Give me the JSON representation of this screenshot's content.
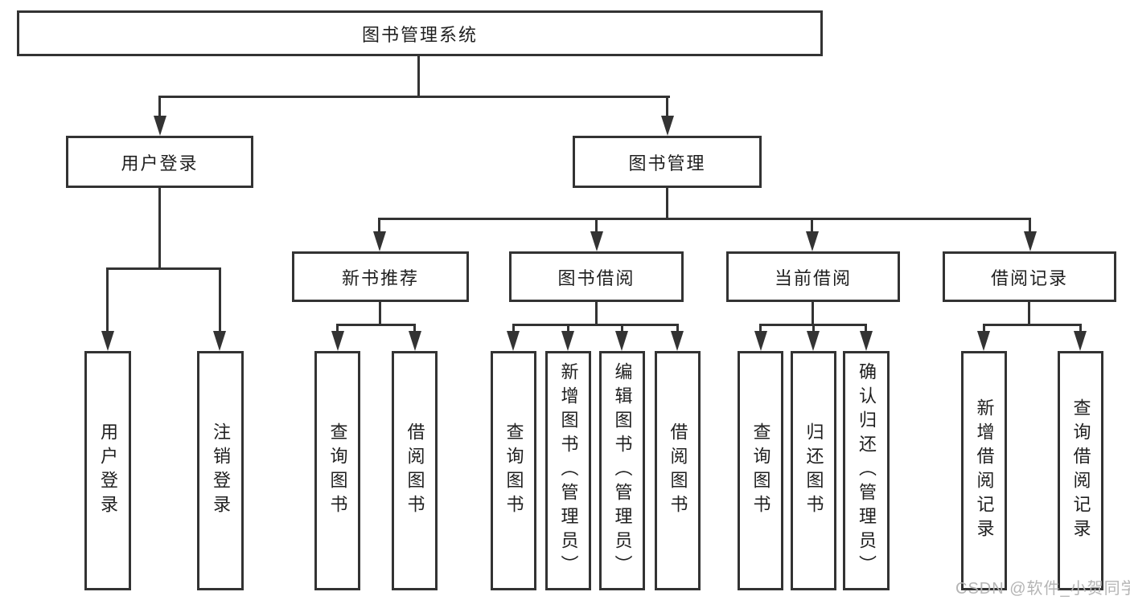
{
  "title": "图书管理系统",
  "watermark": "CSDN @软件_小贺同学",
  "colors": {
    "line": "#333333",
    "text": "#1f1f1f",
    "watermark": "#b5b5b5",
    "background": "#ffffff"
  },
  "nodes": {
    "root": {
      "label": "图书管理系统"
    },
    "login": {
      "label": "用户登录"
    },
    "book_mgmt": {
      "label": "图书管理"
    },
    "new_book": {
      "label": "新书推荐"
    },
    "book_borrow": {
      "label": "图书借阅"
    },
    "current_borrow": {
      "label": "当前借阅"
    },
    "borrow_records": {
      "label": "借阅记录"
    },
    "leaf_user_login": {
      "label": "用户登录"
    },
    "leaf_logout": {
      "label": "注销登录"
    },
    "leaf_nb_query": {
      "label": "查询图书"
    },
    "leaf_nb_borrow": {
      "label": "借阅图书"
    },
    "leaf_bb_query": {
      "label": "查询图书"
    },
    "leaf_bb_add": {
      "label": "新增图书（管理员）"
    },
    "leaf_bb_edit": {
      "label": "编辑图书（管理员）"
    },
    "leaf_bb_borrow": {
      "label": "借阅图书"
    },
    "leaf_cb_query": {
      "label": "查询图书"
    },
    "leaf_cb_return": {
      "label": "归还图书"
    },
    "leaf_cb_confirm": {
      "label": "确认归还（管理员）"
    },
    "leaf_br_add": {
      "label": "新增借阅记录"
    },
    "leaf_br_query": {
      "label": "查询借阅记录"
    }
  },
  "hierarchy": {
    "图书管理系统": {
      "用户登录": [
        "用户登录",
        "注销登录"
      ],
      "图书管理": {
        "新书推荐": [
          "查询图书",
          "借阅图书"
        ],
        "图书借阅": [
          "查询图书",
          "新增图书（管理员）",
          "编辑图书（管理员）",
          "借阅图书"
        ],
        "当前借阅": [
          "查询图书",
          "归还图书",
          "确认归还（管理员）"
        ],
        "借阅记录": [
          "新增借阅记录",
          "查询借阅记录"
        ]
      }
    }
  }
}
